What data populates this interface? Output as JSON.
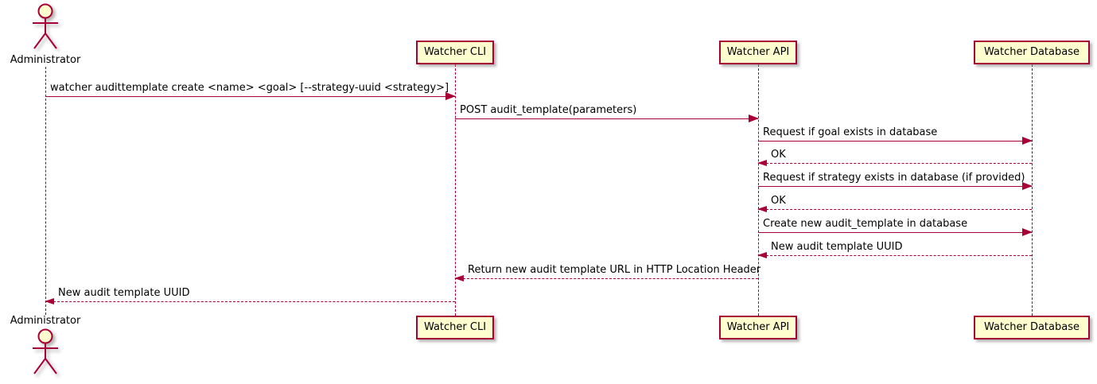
{
  "diagram": {
    "type": "sequence-diagram",
    "actor": {
      "name": "Administrator"
    },
    "participants": [
      {
        "name": "Watcher CLI"
      },
      {
        "name": "Watcher API"
      },
      {
        "name": "Watcher Database"
      }
    ],
    "messages": [
      {
        "from": "Administrator",
        "to": "Watcher CLI",
        "line": "solid",
        "text": "watcher audittemplate create <name> <goal> [--strategy-uuid <strategy>]"
      },
      {
        "from": "Watcher CLI",
        "to": "Watcher API",
        "line": "solid",
        "text": "POST audit_template(parameters)"
      },
      {
        "from": "Watcher API",
        "to": "Watcher Database",
        "line": "solid",
        "text": "Request if goal exists in database"
      },
      {
        "from": "Watcher Database",
        "to": "Watcher API",
        "line": "dashed",
        "text": "OK"
      },
      {
        "from": "Watcher API",
        "to": "Watcher Database",
        "line": "solid",
        "text": "Request if strategy exists in database (if provided)"
      },
      {
        "from": "Watcher Database",
        "to": "Watcher API",
        "line": "dashed",
        "text": "OK"
      },
      {
        "from": "Watcher API",
        "to": "Watcher Database",
        "line": "solid",
        "text": "Create new audit_template in database"
      },
      {
        "from": "Watcher Database",
        "to": "Watcher API",
        "line": "dashed",
        "text": "New audit template UUID"
      },
      {
        "from": "Watcher API",
        "to": "Watcher CLI",
        "line": "dashed",
        "text": "Return new audit template URL in HTTP Location Header"
      },
      {
        "from": "Watcher CLI",
        "to": "Administrator",
        "line": "dashed",
        "text": "New audit template UUID"
      }
    ],
    "colors": {
      "accent": "#A80036",
      "participant_fill": "#FEFECE",
      "text": "#000000",
      "background": "#FFFFFF"
    }
  }
}
